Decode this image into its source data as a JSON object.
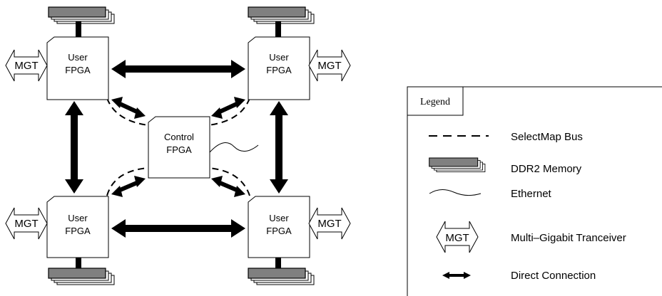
{
  "fpgas": {
    "user_line1": "User",
    "user_line2": "FPGA",
    "control_line1": "Control",
    "control_line2": "FPGA"
  },
  "mgt_label": "MGT",
  "legend": {
    "title": "Legend",
    "items": [
      {
        "symbol": "dashed-line",
        "label": "SelectMap Bus"
      },
      {
        "symbol": "memory-stack",
        "label": "DDR2 Memory"
      },
      {
        "symbol": "wave-line",
        "label": "Ethernet"
      },
      {
        "symbol": "mgt-arrow",
        "label": "Multi–Gigabit Tranceiver"
      },
      {
        "symbol": "double-arrow",
        "label": "Direct Connection"
      }
    ]
  }
}
